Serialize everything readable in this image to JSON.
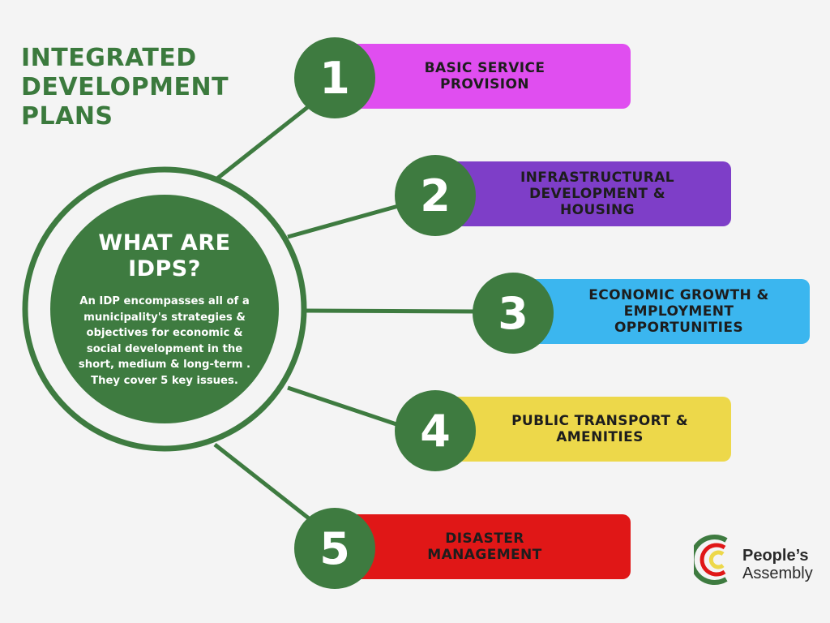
{
  "title": [
    "INTEGRATED",
    "DEVELOPMENT",
    "PLANS"
  ],
  "center": {
    "heading": "WHAT ARE IDPS?",
    "description": "An IDP encompasses all of a municipality's strategies  & objectives for economic & social development in the short, medium & long-term . They  cover 5 key issues."
  },
  "items": [
    {
      "number": "1",
      "label": [
        "BASIC SERVICE",
        "PROVISION"
      ],
      "color": "#e04ef0"
    },
    {
      "number": "2",
      "label": [
        "INFRASTRUCTURAL",
        "DEVELOPMENT &",
        "HOUSING"
      ],
      "color": "#7e3ec8"
    },
    {
      "number": "3",
      "label": [
        "ECONOMIC GROWTH  &",
        "EMPLOYMENT",
        "OPPORTUNITIES"
      ],
      "color": "#3bb6ef"
    },
    {
      "number": "4",
      "label": [
        "PUBLIC TRANSPORT &",
        "AMENITIES"
      ],
      "color": "#edd84a"
    },
    {
      "number": "5",
      "label": [
        "DISASTER",
        "MANAGEMENT"
      ],
      "color": "#e01717"
    }
  ],
  "logo": {
    "line1": "People’s",
    "line2": "Assembly",
    "icon": "peoples-assembly-logo-icon"
  },
  "colors": {
    "green": "#3e7b40",
    "title_green": "#3b7a3d",
    "background": "#f4f4f4"
  }
}
